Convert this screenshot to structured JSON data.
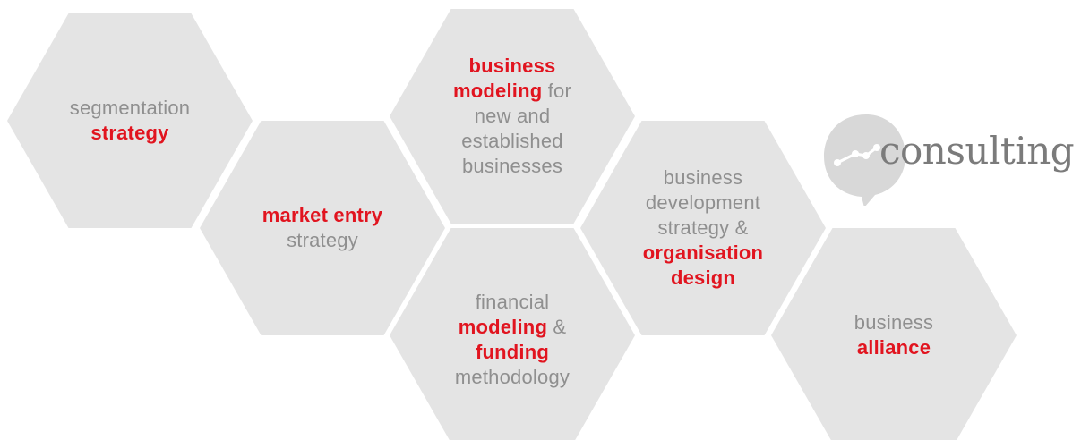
{
  "colors": {
    "hexagon_fill": "#e4e4e4",
    "text_gray": "#8f8f8f",
    "accent_red": "#e1141f",
    "logo_gray": "#7b7b7b",
    "logo_bubble": "#d8d8d8"
  },
  "logo": {
    "icon": "speech-bubble-chart-icon",
    "word": "consulting"
  },
  "hexagons": [
    {
      "id": "segmentation",
      "lines": [
        [
          {
            "text": "segmentation",
            "emphasis": false
          }
        ],
        [
          {
            "text": "strategy",
            "emphasis": true
          }
        ]
      ]
    },
    {
      "id": "market-entry",
      "lines": [
        [
          {
            "text": "market entry",
            "emphasis": true
          }
        ],
        [
          {
            "text": "strategy",
            "emphasis": false
          }
        ]
      ]
    },
    {
      "id": "business-modeling",
      "lines": [
        [
          {
            "text": "business",
            "emphasis": true
          }
        ],
        [
          {
            "text": "modeling",
            "emphasis": true
          },
          {
            "text": " for",
            "emphasis": false
          }
        ],
        [
          {
            "text": "new and",
            "emphasis": false
          }
        ],
        [
          {
            "text": "established",
            "emphasis": false
          }
        ],
        [
          {
            "text": "businesses",
            "emphasis": false
          }
        ]
      ]
    },
    {
      "id": "financial-modeling",
      "lines": [
        [
          {
            "text": "financial",
            "emphasis": false
          }
        ],
        [
          {
            "text": "modeling",
            "emphasis": true
          },
          {
            "text": " &",
            "emphasis": false
          }
        ],
        [
          {
            "text": "funding",
            "emphasis": true
          }
        ],
        [
          {
            "text": "methodology",
            "emphasis": false
          }
        ]
      ]
    },
    {
      "id": "business-development",
      "lines": [
        [
          {
            "text": "business",
            "emphasis": false
          }
        ],
        [
          {
            "text": "development",
            "emphasis": false
          }
        ],
        [
          {
            "text": "strategy &",
            "emphasis": false
          }
        ],
        [
          {
            "text": "organisation",
            "emphasis": true
          }
        ],
        [
          {
            "text": "design",
            "emphasis": true
          }
        ]
      ]
    },
    {
      "id": "business-alliance",
      "lines": [
        [
          {
            "text": "business",
            "emphasis": false
          }
        ],
        [
          {
            "text": "alliance",
            "emphasis": true
          }
        ]
      ]
    }
  ]
}
